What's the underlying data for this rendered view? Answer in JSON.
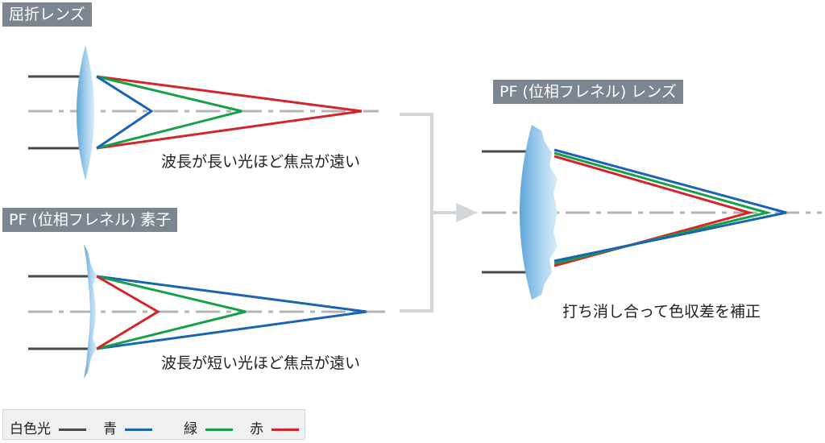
{
  "labels": {
    "refractive_lens": "屈折レンズ",
    "pf_element": "PF (位相フレネル) 素子",
    "pf_lens": "PF (位相フレネル) レンズ"
  },
  "captions": {
    "refractive": "波長が長い光ほど焦点が遠い",
    "pf_element": "波長が短い光ほど焦点が遠い",
    "pf_lens": "打ち消し合って色収差を補正"
  },
  "legend": [
    {
      "label": "白色光",
      "color": "#4a4a4a"
    },
    {
      "label": "青",
      "color": "#1a64b4"
    },
    {
      "label": "緑",
      "color": "#17a04a"
    },
    {
      "label": "赤",
      "color": "#d3262a"
    }
  ],
  "colors": {
    "white_light": "#4a4a4a",
    "blue": "#1a64b4",
    "green": "#17a04a",
    "red": "#d3262a",
    "axis": "#b4b4b4",
    "connector": "#d4d7da",
    "label_bg": "#7b8690"
  }
}
